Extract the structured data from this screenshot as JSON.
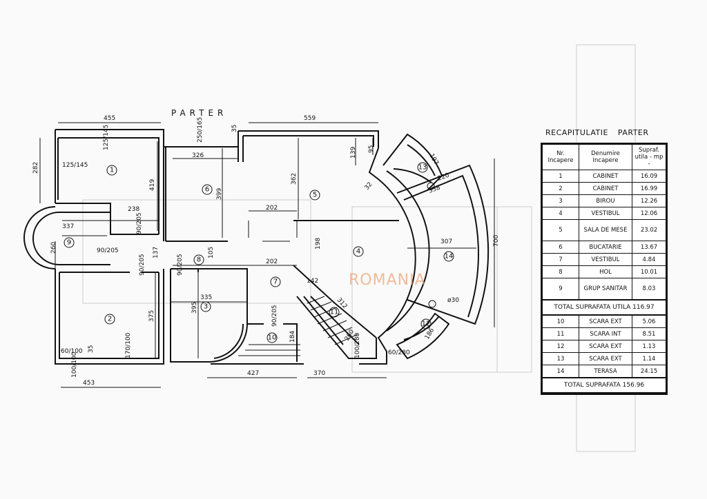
{
  "plan": {
    "title": "PARTER",
    "watermark": "ROMANIA",
    "rooms": [
      "1",
      "2",
      "3",
      "4",
      "5",
      "6",
      "7",
      "8",
      "9",
      "10",
      "11",
      "12",
      "13",
      "14"
    ],
    "dimensions": [
      "455",
      "559",
      "250/165",
      "35",
      "326",
      "139",
      "95",
      "282",
      "125/145",
      "125/145",
      "419",
      "399",
      "362",
      "202",
      "238",
      "337",
      "90/205",
      "260",
      "90/205",
      "137",
      "105",
      "198",
      "202",
      "90/205",
      "90/205",
      "142",
      "312",
      "335",
      "375",
      "395",
      "90/205",
      "184",
      "260",
      "100/280",
      "60/280",
      "60/100",
      "35",
      "170/100",
      "100/100",
      "453",
      "427",
      "370",
      "197",
      "220",
      "338",
      "32",
      "307",
      "700",
      "ø30",
      "186"
    ]
  },
  "summary": {
    "title": "RECAPITULATIE PARTER",
    "headers": [
      "Nr. Incapere",
      "Denumire Incapere",
      "Supraf. utila - mp -"
    ],
    "rows": [
      {
        "nr": "1",
        "name": "CABINET",
        "area": "16.09"
      },
      {
        "nr": "2",
        "name": "CABINET",
        "area": "16.99"
      },
      {
        "nr": "3",
        "name": "BIROU",
        "area": "12.26"
      },
      {
        "nr": "4",
        "name": "VESTIBUL",
        "area": "12.06"
      },
      {
        "nr": "5",
        "name": "SALA DE MESE",
        "area": "23.02"
      },
      {
        "nr": "6",
        "name": "BUCATARIE",
        "area": "13.67"
      },
      {
        "nr": "7",
        "name": "VESTIBUL",
        "area": "4.84"
      },
      {
        "nr": "8",
        "name": "HOL",
        "area": "10.01"
      },
      {
        "nr": "9",
        "name": "GRUP SANITAR",
        "area": "8.03"
      }
    ],
    "total_utila": "TOTAL SUPRAFATA UTILA 116.97",
    "rows2": [
      {
        "nr": "10",
        "name": "SCARA EXT",
        "area": "5.06"
      },
      {
        "nr": "11",
        "name": "SCARA INT",
        "area": "8.51"
      },
      {
        "nr": "12",
        "name": "SCARA EXT",
        "area": "1.13"
      },
      {
        "nr": "13",
        "name": "SCARA EXT",
        "area": "1.14"
      },
      {
        "nr": "14",
        "name": "TERASA",
        "area": "24.15"
      }
    ],
    "total": "TOTAL SUPRAFATA 156.96"
  },
  "colors": {
    "line": "#111111",
    "watermark": "#f0a070",
    "ghost": "#cccccc"
  }
}
